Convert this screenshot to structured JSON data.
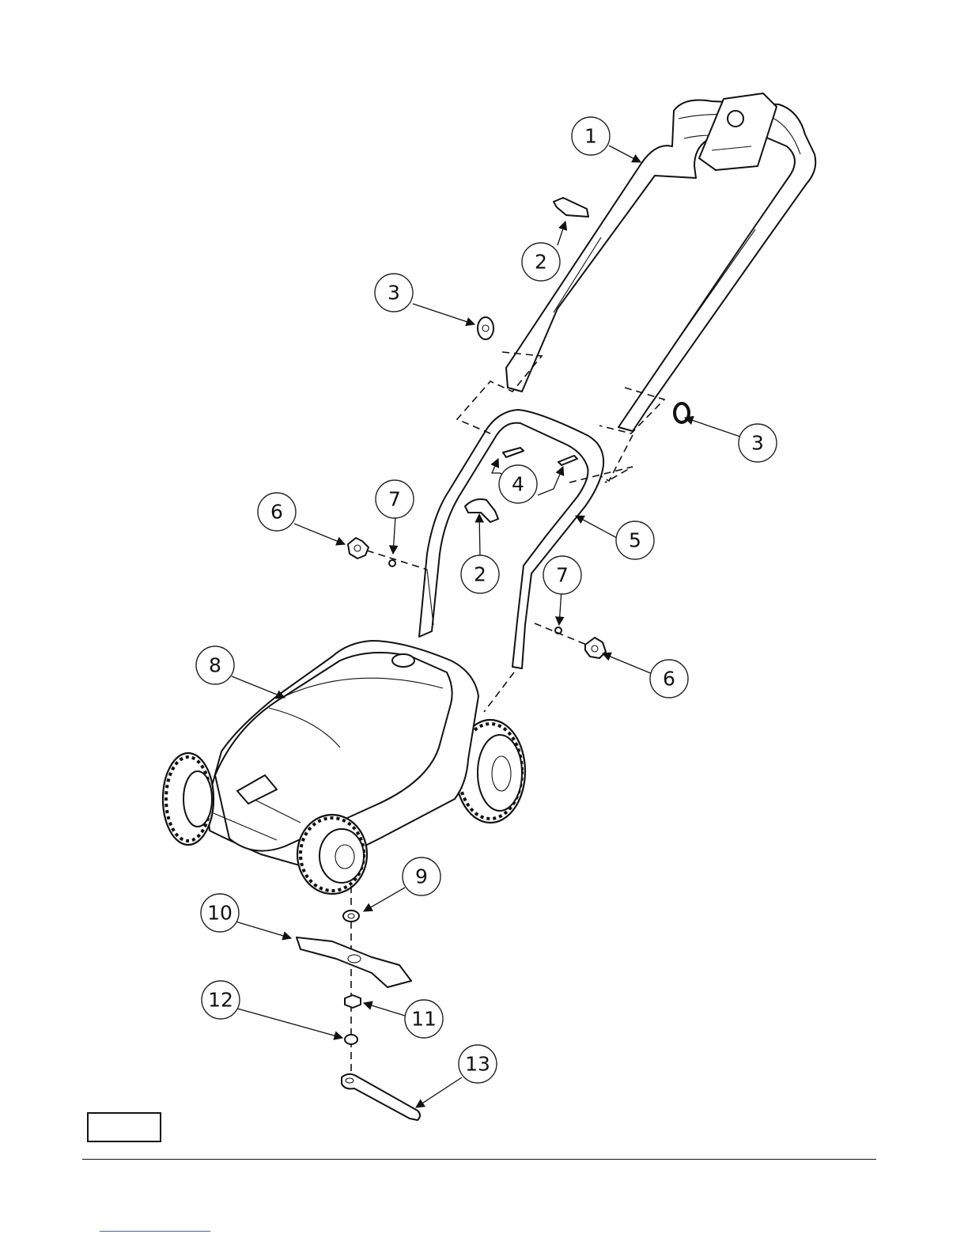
{
  "callouts": [
    {
      "id": "c1",
      "label": "1"
    },
    {
      "id": "c2a",
      "label": "2"
    },
    {
      "id": "c2b",
      "label": "2"
    },
    {
      "id": "c3a",
      "label": "3"
    },
    {
      "id": "c3b",
      "label": "3"
    },
    {
      "id": "c4",
      "label": "4"
    },
    {
      "id": "c5",
      "label": "5"
    },
    {
      "id": "c6a",
      "label": "6"
    },
    {
      "id": "c6b",
      "label": "6"
    },
    {
      "id": "c7a",
      "label": "7"
    },
    {
      "id": "c7b",
      "label": "7"
    },
    {
      "id": "c8",
      "label": "8"
    },
    {
      "id": "c9",
      "label": "9"
    },
    {
      "id": "c10",
      "label": "10"
    },
    {
      "id": "c11",
      "label": "11"
    },
    {
      "id": "c12",
      "label": "12"
    },
    {
      "id": "c13",
      "label": "13"
    }
  ],
  "colors": {
    "line": "#111111",
    "link_underline": "#3a62c9",
    "background": "#ffffff"
  }
}
